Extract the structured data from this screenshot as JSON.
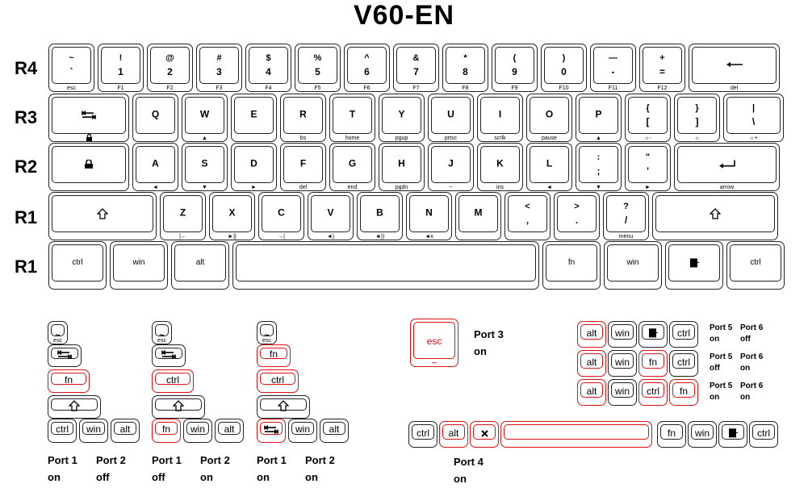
{
  "title": "V60-EN",
  "row_labels": [
    "R4",
    "R3",
    "R2",
    "R1",
    "R1"
  ],
  "keys": {
    "r4": [
      {
        "shift": "~",
        "main": "`",
        "fn": "esc"
      },
      {
        "shift": "!",
        "main": "1",
        "fn": "F1"
      },
      {
        "shift": "@",
        "main": "2",
        "fn": "F2"
      },
      {
        "shift": "#",
        "main": "3",
        "fn": "F3"
      },
      {
        "shift": "$",
        "main": "4",
        "fn": "F4"
      },
      {
        "shift": "%",
        "main": "5",
        "fn": "F5"
      },
      {
        "shift": "^",
        "main": "6",
        "fn": "F6"
      },
      {
        "shift": "&",
        "main": "7",
        "fn": "F7"
      },
      {
        "shift": "*",
        "main": "8",
        "fn": "F8"
      },
      {
        "shift": "(",
        "main": "9",
        "fn": "F9"
      },
      {
        "shift": ")",
        "main": "0",
        "fn": "F10"
      },
      {
        "shift": "—",
        "main": "-",
        "fn": "F11"
      },
      {
        "shift": "+",
        "main": "=",
        "fn": "F12"
      },
      {
        "icon": "backspace-icon",
        "fn": "del"
      }
    ],
    "r3": [
      {
        "icon": "tab-icon",
        "fn": "lock-icon"
      },
      {
        "main": "Q"
      },
      {
        "main": "W",
        "fn": "▲"
      },
      {
        "main": "E"
      },
      {
        "main": "R",
        "fn": "bs"
      },
      {
        "main": "T",
        "fn": "home"
      },
      {
        "main": "Y",
        "fn": "pgup"
      },
      {
        "main": "U",
        "fn": "prtsc"
      },
      {
        "main": "I",
        "fn": "scrlk"
      },
      {
        "main": "O",
        "fn": "pause"
      },
      {
        "main": "P",
        "fn": "▲"
      },
      {
        "shift": "{",
        "main": "[",
        "fn": "☼-"
      },
      {
        "shift": "}",
        "main": "]",
        "fn": "☼"
      },
      {
        "shift": "|",
        "main": "\\",
        "fn": "☼+"
      }
    ],
    "r2": [
      {
        "icon": "caps-lock-icon"
      },
      {
        "main": "A",
        "fn": "◄"
      },
      {
        "main": "S",
        "fn": "▼"
      },
      {
        "main": "D",
        "fn": "►"
      },
      {
        "main": "F",
        "fn": "del"
      },
      {
        "main": "G",
        "fn": "end"
      },
      {
        "main": "H",
        "fn": "pgdn"
      },
      {
        "main": "J",
        "fn": "~"
      },
      {
        "main": "K",
        "fn": "ins"
      },
      {
        "main": "L",
        "fn": "◄"
      },
      {
        "shift": ":",
        "main": ";",
        "fn": "▼"
      },
      {
        "shift": "\"",
        "main": "'",
        "fn": "►"
      },
      {
        "icon": "enter-icon",
        "fn": "arrow"
      }
    ],
    "r1": [
      {
        "icon": "shift-icon"
      },
      {
        "main": "Z",
        "fn": "|←"
      },
      {
        "main": "X",
        "fn": "►||"
      },
      {
        "main": "C",
        "fn": "→|"
      },
      {
        "main": "V",
        "fn": "◄)"
      },
      {
        "main": "B",
        "fn": "◄))"
      },
      {
        "main": "N",
        "fn": "◄x"
      },
      {
        "main": "M"
      },
      {
        "shift": "<",
        "main": ",",
        "fn": ""
      },
      {
        "shift": ">",
        "main": ".",
        "fn": ""
      },
      {
        "shift": "?",
        "main": "/",
        "fn": "menu"
      },
      {
        "icon": "shift-icon"
      }
    ],
    "r0": [
      {
        "center": "ctrl"
      },
      {
        "center": "win"
      },
      {
        "center": "alt"
      },
      {
        "center": ""
      },
      {
        "center": "fn"
      },
      {
        "center": "win"
      },
      {
        "icon": "menu-icon"
      },
      {
        "center": "ctrl"
      }
    ]
  },
  "configs": {
    "col1": {
      "esc_shift": "~",
      "esc_main": "`",
      "esc_fn": "esc",
      "third": "fn",
      "bottom": [
        "ctrl",
        "win",
        "alt"
      ],
      "port1": "Port 1",
      "port1_state": "on",
      "port2": "Port 2",
      "port2_state": "off"
    },
    "col2": {
      "esc_shift": "~",
      "esc_main": "`",
      "esc_fn": "esc",
      "third": "ctrl",
      "bottom": [
        "fn",
        "win",
        "alt"
      ],
      "port1": "Port 1",
      "port1_state": "off",
      "port2": "Port 2",
      "port2_state": "on"
    },
    "col3": {
      "esc_shift": "~",
      "esc_main": "`",
      "esc_fn": "esc",
      "second": "fn",
      "third": "ctrl",
      "bottom": [
        "win",
        "alt"
      ],
      "port1": "Port 1",
      "port1_state": "on",
      "port2": "Port 2",
      "port2_state": "on"
    },
    "port3": {
      "key": "esc",
      "sub": "~",
      "label": "Port 3",
      "state": "on"
    },
    "port4": {
      "keys": [
        "ctrl",
        "alt",
        "",
        "",
        "fn",
        "win",
        "",
        "ctrl"
      ],
      "label": "Port 4",
      "state": "on"
    },
    "port56": [
      {
        "keys": [
          "alt",
          "win",
          "",
          "ctrl"
        ],
        "p5": "Port 5",
        "p5_state": "on",
        "p6": "Port 6",
        "p6_state": "off"
      },
      {
        "keys": [
          "alt",
          "win",
          "fn",
          "ctrl"
        ],
        "p5": "Port 5",
        "p5_state": "off",
        "p6": "Port 6",
        "p6_state": "on"
      },
      {
        "keys": [
          "alt",
          "win",
          "ctrl",
          "fn"
        ],
        "p5": "Port 5",
        "p5_state": "on",
        "p6": "Port 6",
        "p6_state": "on"
      }
    ]
  }
}
